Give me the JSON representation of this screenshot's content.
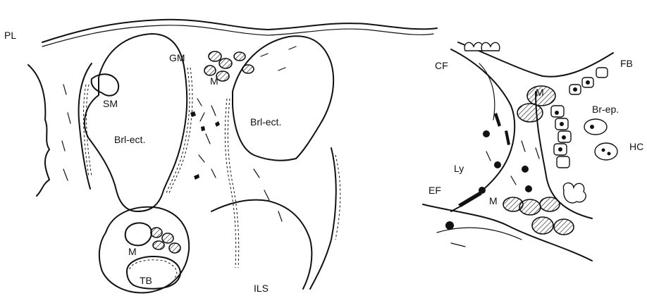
{
  "left_panel": {
    "labels": {
      "pl": "PL",
      "gm": "GM",
      "m_top": "M",
      "sm": "SM",
      "brl_ect_left": "Brl-ect.",
      "brl_ect_right": "Brl-ect.",
      "m_bottom": "M",
      "tb": "TB",
      "ils": "ILS"
    }
  },
  "right_panel": {
    "labels": {
      "cf": "CF",
      "fb": "FB",
      "m_top": "M",
      "br_ep": "Br-ep.",
      "hc": "HC",
      "ly": "Ly",
      "ef": "EF",
      "m_bottom": "M"
    }
  }
}
